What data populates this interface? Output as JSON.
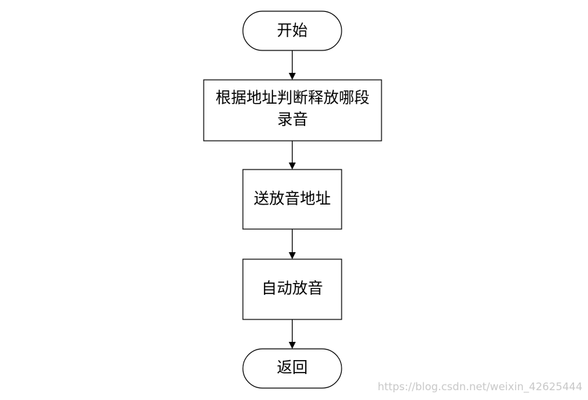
{
  "flowchart": {
    "start": "开始",
    "step1_line1": "根据地址判断释放哪段",
    "step1_line2": "录音",
    "step2": "送放音地址",
    "step3": "自动放音",
    "end": "返回"
  },
  "watermark": "https://blog.csdn.net/weixin_42625444",
  "colors": {
    "stroke": "#000000",
    "background": "#ffffff",
    "watermark": "#c8c8c8"
  }
}
